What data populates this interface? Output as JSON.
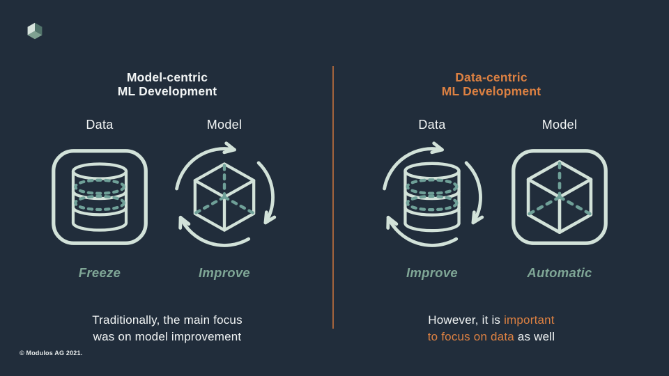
{
  "colors": {
    "bg": "#212D3B",
    "text-white": "#F2F5F5",
    "orange": "#DD8142",
    "divider": "#A5643C",
    "icon-light": "#D2E2D9",
    "icon-dash": "#6FA098",
    "label-teal": "#7FA696",
    "logo-light": "#D7E4DD",
    "logo-dark": "#51736A",
    "logo-mid": "#7FA191"
  },
  "logo": {
    "icon": "modulos-cube-logo"
  },
  "footer": {
    "copyright": "© Modulos AG 2021."
  },
  "left": {
    "title": {
      "line1": "Model-centric",
      "line2": "ML Development"
    },
    "items": [
      {
        "label": "Data",
        "icon": "database-in-rounded-square-icon",
        "state": "Freeze"
      },
      {
        "label": "Model",
        "icon": "cube-in-cycle-arrows-icon",
        "state": "Improve"
      }
    ],
    "caption": {
      "line1": [
        {
          "text": "Traditionally, the main focus",
          "color": "text-white"
        }
      ],
      "line2": [
        {
          "text": "was on model improvement",
          "color": "text-white"
        }
      ]
    }
  },
  "right": {
    "title": {
      "line1": "Data-centric",
      "line2": "ML Development"
    },
    "items": [
      {
        "label": "Data",
        "icon": "database-in-cycle-arrows-icon",
        "state": "Improve"
      },
      {
        "label": "Model",
        "icon": "cube-in-rounded-square-icon",
        "state": "Automatic"
      }
    ],
    "caption": {
      "line1": [
        {
          "text": "However, it is ",
          "color": "text-white"
        },
        {
          "text": "important",
          "color": "orange"
        }
      ],
      "line2": [
        {
          "text": "to focus on data",
          "color": "orange"
        },
        {
          "text": " as well",
          "color": "text-white"
        }
      ]
    }
  }
}
